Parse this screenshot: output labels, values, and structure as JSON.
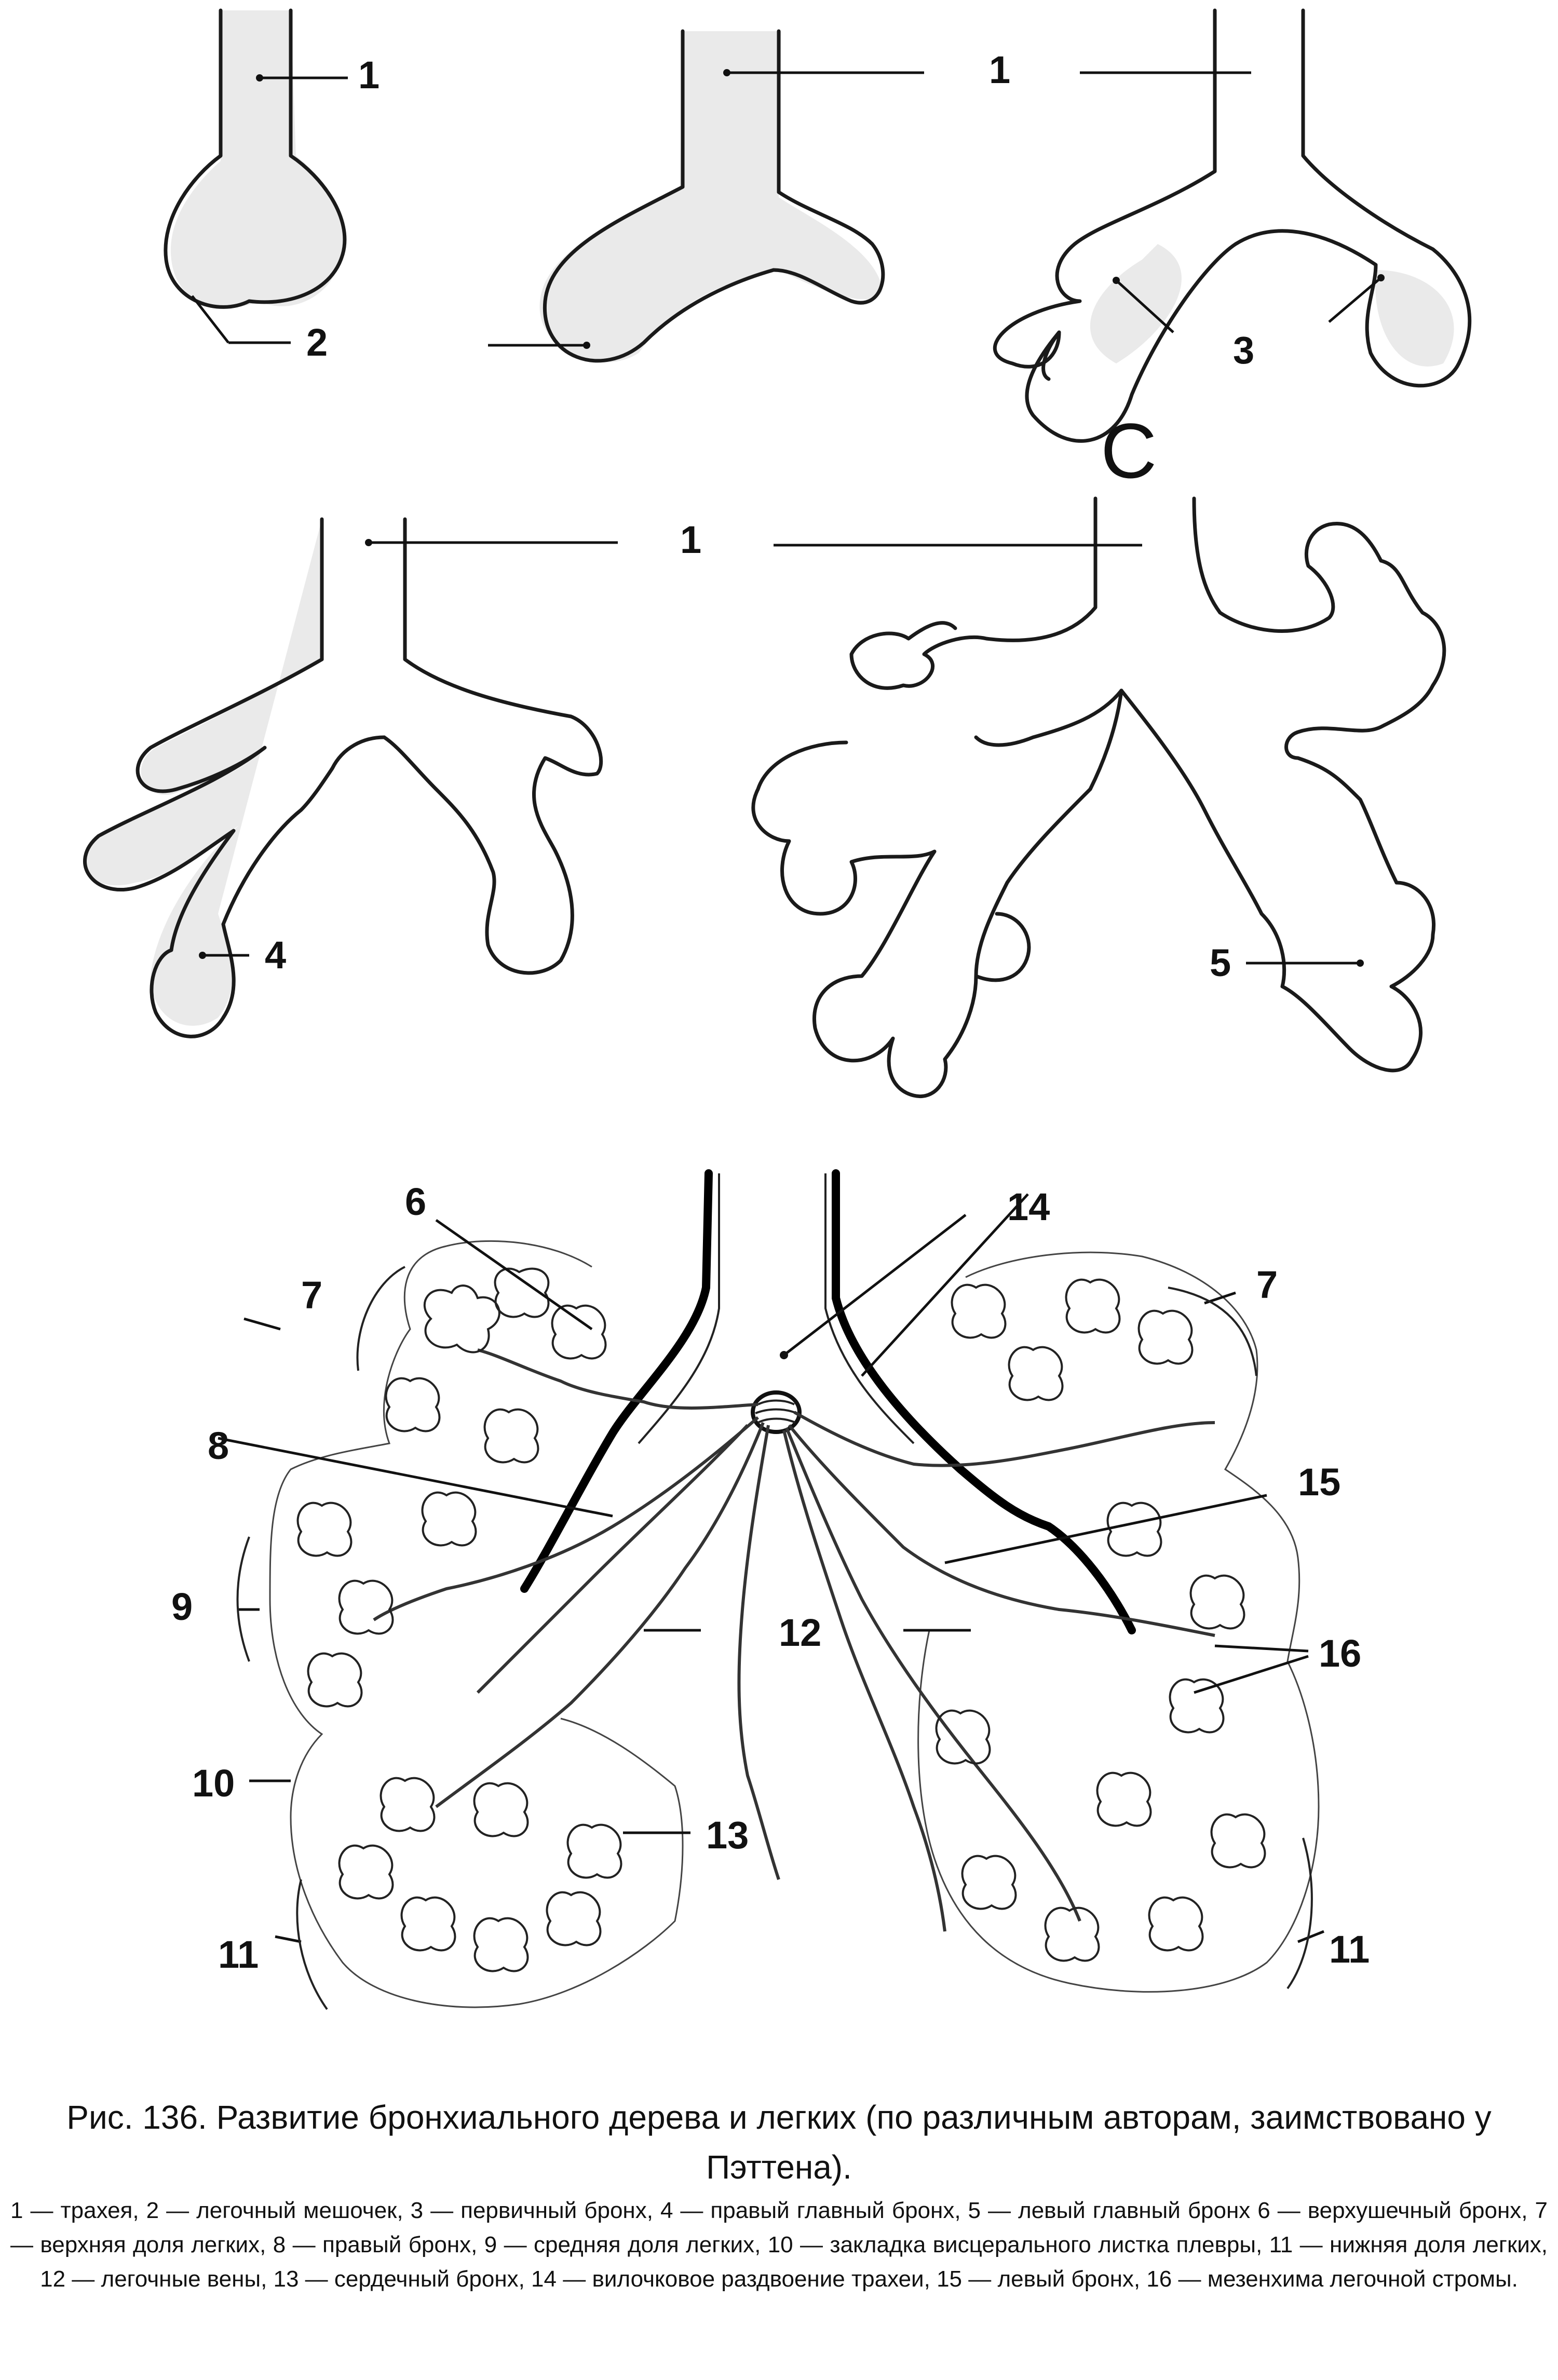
{
  "figure": {
    "labels": {
      "l1a": "1",
      "l1b": "1",
      "l1c": "1",
      "l2": "2",
      "l3": "3",
      "l4": "4",
      "l5": "5",
      "l6": "6",
      "l7a": "7",
      "l7b": "7",
      "l8": "8",
      "l9": "9",
      "l10": "10",
      "l11a": "11",
      "l11b": "11",
      "l12": "12",
      "l13": "13",
      "l14": "14",
      "l15": "15",
      "l16": "16",
      "stage_c": "C"
    }
  },
  "caption": {
    "title": "Рис. 136. Развитие бронхиального дерева и легких (по различным авторам, заимствовано у Пэттена).",
    "legend": "1 — трахея, 2 — легочный мешочек, 3 — первичный бронх, 4 — правый главный бронх, 5 — левый главный бронх 6 — верхушечный бронх, 7 — верхняя доля легких, 8 — правый бронх, 9 — средняя доля легких, 10 — закладка висцерального листка плевры, 11 — нижняя доля легких, 12 — легочные вены, 13 — сердечный бронх, 14 — вилочковое раздвоение трахеи, 15 — левый бронх, 16 — мезенхима легочной стромы."
  }
}
